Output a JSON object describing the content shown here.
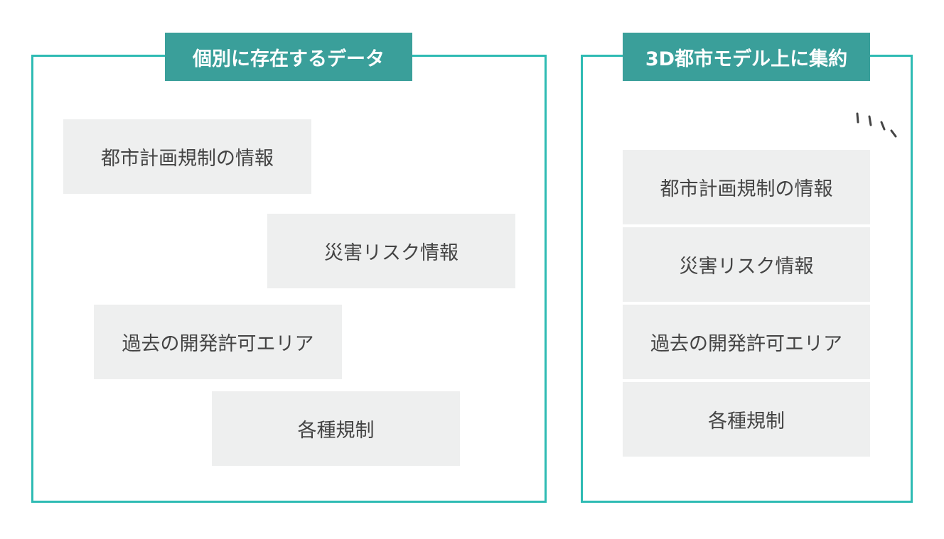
{
  "colors": {
    "frame": "#2ebbb3",
    "title_bg": "#3a9f9a",
    "card_bg": "#eeefef",
    "card_text": "#444444",
    "accent_marks": "#444444"
  },
  "left_panel": {
    "title": "個別に存在するデータ",
    "items": [
      "都市計画規制の情報",
      "災害リスク情報",
      "過去の開発許可エリア",
      "各種規制"
    ]
  },
  "right_panel": {
    "title": "3D都市モデル上に集約",
    "items": [
      "都市計画規制の情報",
      "災害リスク情報",
      "過去の開発許可エリア",
      "各種規制"
    ],
    "emphasis_icon": "emphasis-lines-icon"
  }
}
